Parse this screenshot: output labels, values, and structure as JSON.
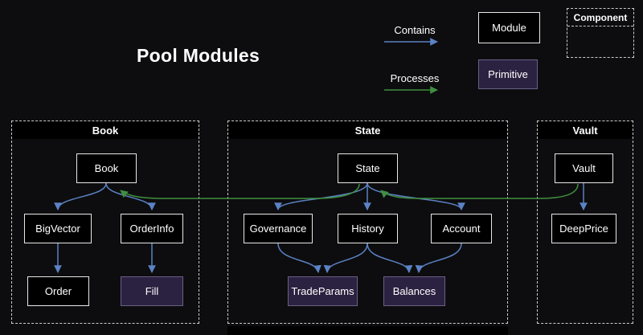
{
  "title": "Pool Modules",
  "legend": {
    "contains": "Contains",
    "processes": "Processes",
    "module": "Module",
    "primitive": "Primitive",
    "component": "Component"
  },
  "containers": {
    "book": {
      "title": "Book"
    },
    "state": {
      "title": "State"
    },
    "vault": {
      "title": "Vault"
    }
  },
  "nodes": {
    "book": {
      "label": "Book",
      "type": "module"
    },
    "bigvector": {
      "label": "BigVector",
      "type": "module"
    },
    "orderinfo": {
      "label": "OrderInfo",
      "type": "module"
    },
    "order": {
      "label": "Order",
      "type": "module"
    },
    "fill": {
      "label": "Fill",
      "type": "primitive"
    },
    "state": {
      "label": "State",
      "type": "module"
    },
    "governance": {
      "label": "Governance",
      "type": "module"
    },
    "history": {
      "label": "History",
      "type": "module"
    },
    "account": {
      "label": "Account",
      "type": "module"
    },
    "tradeparams": {
      "label": "TradeParams",
      "type": "primitive"
    },
    "balances": {
      "label": "Balances",
      "type": "primitive"
    },
    "vault": {
      "label": "Vault",
      "type": "module"
    },
    "deepprice": {
      "label": "DeepPrice",
      "type": "module"
    }
  },
  "edges": {
    "contains": [
      {
        "from": "Book",
        "to": "BigVector"
      },
      {
        "from": "Book",
        "to": "OrderInfo"
      },
      {
        "from": "BigVector",
        "to": "Order"
      },
      {
        "from": "OrderInfo",
        "to": "Fill"
      },
      {
        "from": "State",
        "to": "Governance"
      },
      {
        "from": "State",
        "to": "History"
      },
      {
        "from": "State",
        "to": "Account"
      },
      {
        "from": "Governance",
        "to": "TradeParams"
      },
      {
        "from": "History",
        "to": "TradeParams"
      },
      {
        "from": "History",
        "to": "Balances"
      },
      {
        "from": "Account",
        "to": "Balances"
      },
      {
        "from": "Vault",
        "to": "DeepPrice"
      }
    ],
    "processes": [
      {
        "from": "State",
        "to": "Book"
      },
      {
        "from": "Vault",
        "to": "State"
      }
    ]
  },
  "colors": {
    "background": "#0d0d0f",
    "text": "#ffffff",
    "module_fill": "#000000",
    "module_border": "#e8e8e8",
    "primitive_fill": "#2b2140",
    "primitive_border": "#6b5f86",
    "container_border": "#cccccc",
    "titlebar_fill": "#000000",
    "contains_arrow": "#5b82c4",
    "processes_arrow": "#3f8f3f"
  }
}
